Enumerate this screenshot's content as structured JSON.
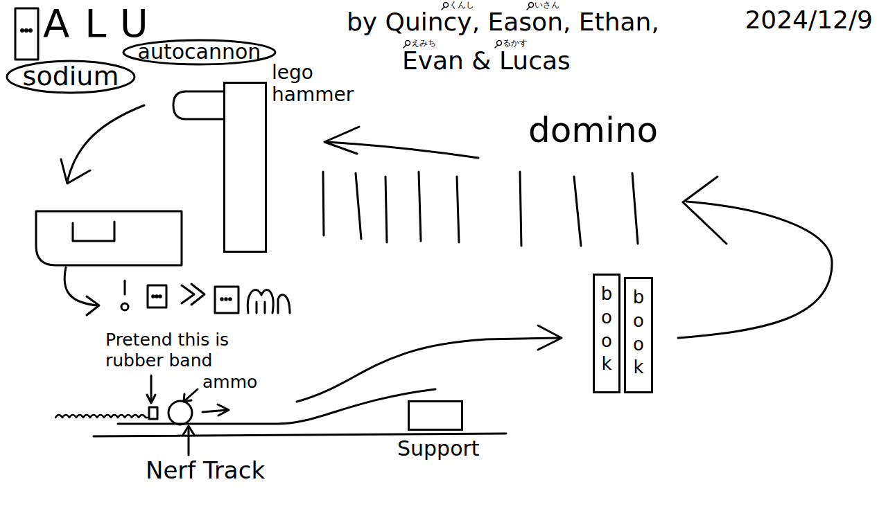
{
  "diagram": {
    "title": "ALU",
    "nodes": [
      {
        "text": [
          "sodium"
        ]
      },
      {
        "text": [
          "autocannon"
        ]
      },
      {
        "text": [
          "lego hammer"
        ]
      },
      {
        "text": [
          "book"
        ]
      },
      {
        "text": [
          "book"
        ]
      },
      {
        "text": [
          "Support"
        ]
      }
    ],
    "labels": [
      "by Quincy, Eason, Ethan, Evan & Lucas",
      "くんし",
      "いさん",
      "えみち",
      "るかす",
      "2024/12/9",
      "domino",
      "Pretend this is rubber band",
      "ammo",
      "Nerf Track"
    ]
  }
}
